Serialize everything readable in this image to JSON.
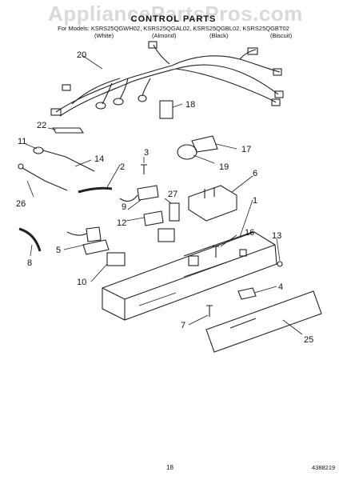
{
  "watermark": "AppliancePartsPros.com",
  "header": {
    "title": "CONTROL PARTS",
    "models": "For Models: KSRS25QGWH02, KSRS25QGAL02, KSRS25QGBL02, KSRS25QGBT02",
    "colors": [
      "(White)",
      "(Almond)",
      "(Black)",
      "(Biscuit)"
    ]
  },
  "callouts": [
    "20",
    "18",
    "22",
    "11",
    "14",
    "26",
    "2",
    "3",
    "17",
    "19",
    "6",
    "27",
    "9",
    "1",
    "12",
    "5",
    "16",
    "13",
    "8",
    "10",
    "4",
    "7",
    "25"
  ],
  "footer": {
    "page": "18",
    "doc_number": "4388219"
  }
}
